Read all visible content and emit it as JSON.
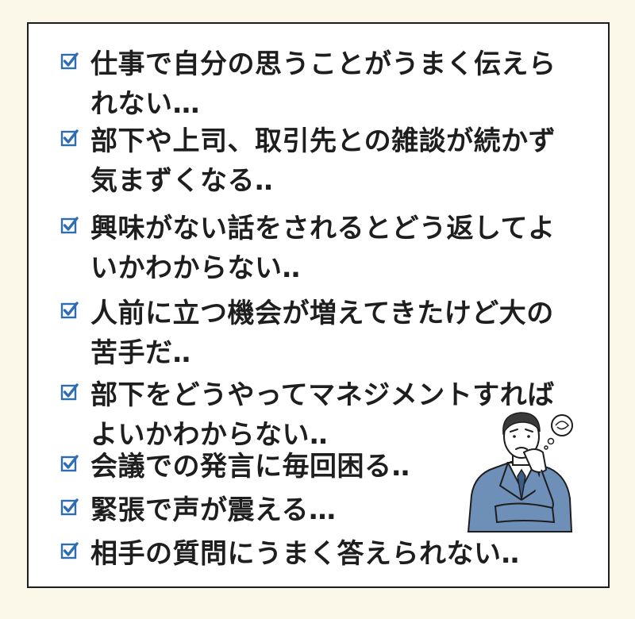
{
  "checklist": {
    "items": [
      {
        "text": "仕事で自分の思うことがうまく伝えられない…"
      },
      {
        "text": "部下や上司、取引先との雑談が続かず気まずくなる‥"
      },
      {
        "text": "興味がない話をされるとどう返してよいかわからない‥"
      },
      {
        "text": "人前に立つ機会が増えてきたけど大の苦手だ‥"
      },
      {
        "text": "部下をどうやってマネジメントすればよいかわからない‥"
      },
      {
        "text": "会議での発言に毎回困る‥"
      },
      {
        "text": "緊張で声が震える…"
      },
      {
        "text": "相手の質問にうまく答えられない‥"
      }
    ]
  },
  "icons": {
    "checkbox": "checkbox-checked-icon",
    "figure": "worried-businessman-illustration"
  },
  "colors": {
    "background": "#fbf8ea",
    "panel": "#ffffff",
    "border": "#1d1d1d",
    "text": "#1e1e1e",
    "checkbox": "#2f6db3",
    "suit": "#6e8fb7"
  }
}
